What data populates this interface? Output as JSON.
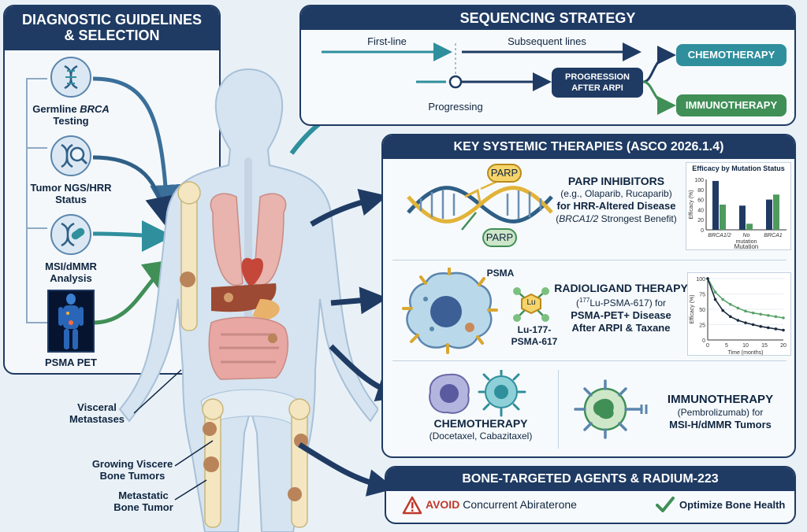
{
  "diagnostic": {
    "title_line1": "DIAGNOSTIC GUIDELINES",
    "title_line2": "& SELECTION",
    "items": [
      {
        "label_prefix": "Germline ",
        "label_italic": "BRCA",
        "label_line2": "Testing",
        "icon": "dna-icon"
      },
      {
        "label_line1": "Tumor NGS/HRR",
        "label_line2": "Status",
        "icon": "dna-magnifier-icon"
      },
      {
        "label_line1": "MSI/dMMR",
        "label_line2": "Analysis",
        "icon": "dna-pill-icon"
      },
      {
        "label_line1": "PSMA PET",
        "icon": "pet-scan-image"
      }
    ]
  },
  "sequencing": {
    "title": "SEQUENCING STRATEGY",
    "first_line": "First-line",
    "subsequent": "Subsequent lines",
    "progressing": "Progressing",
    "progression_line1": "PROGRESSION",
    "progression_line2": "AFTER ARPI",
    "chemo": "CHEMOTHERAPY",
    "immuno": "IMMUNOTHERAPY"
  },
  "therapies": {
    "title": "KEY SYSTEMIC THERAPIES (ASCO 2026.1.4)",
    "parp": {
      "badge_top": "PARP",
      "badge_bottom": "PARP",
      "title": "PARP INHIBITORS",
      "line2": "(e.g., Olaparib, Rucaparib)",
      "line3": "for HRR-Altered Disease",
      "line4_italic": "BRCA1/2",
      "line4_rest": " Strongest Benefit)",
      "line4_open": "(",
      "chart_title": "Efficacy by Mutation Status"
    },
    "rlt": {
      "psma_label": "PSMA",
      "lu_label": "Lu",
      "lu_line1": "Lu-177-",
      "lu_line2": "PSMA-617",
      "title": "RADIOLIGAND THERAPY",
      "line2_pre": "(",
      "line2_sup": "177",
      "line2_post": "Lu-PSMA-617) for",
      "line3": "PSMA-PET+ Disease",
      "line4": "After ARPI & Taxane"
    },
    "chemo": {
      "title": "CHEMOTHERAPY",
      "line2": "(Docetaxel, Cabazitaxel)"
    },
    "immuno": {
      "title": "IMMUNOTHERAPY",
      "line2": "(Pembrolizumab) for",
      "line3": "MSI-H/dMMR Tumors"
    }
  },
  "bone": {
    "title": "BONE-TARGETED AGENTS & RADIUM-223",
    "avoid": "AVOID",
    "avoid_rest": " Concurrent Abiraterone",
    "optimize": "Optimize Bone Health"
  },
  "body_labels": {
    "visceral_line1": "Visceral",
    "visceral_line2": "Metastases",
    "growing_line1": "Growing Viscere",
    "growing_line2": "Bone Tumors",
    "metastatic_line1": "Metastatic",
    "metastatic_line2": "Bone Tumor"
  },
  "colors": {
    "navy": "#1f3b63",
    "teal": "#2f8f9d",
    "green": "#3f8f57",
    "warning_red": "#c0392b",
    "bar_navy": "#1f3b63",
    "bar_green": "#4f9a5e"
  },
  "chart_data": [
    {
      "type": "bar",
      "title": "Efficacy by Mutation Status",
      "xlabel": "Mutation",
      "ylabel": "Efficacy (%)",
      "ylim": [
        0,
        100
      ],
      "yticks": [
        "0",
        "20",
        "40",
        "60",
        "80",
        "100"
      ],
      "categories": [
        "BRCA1/2",
        "No mutation",
        "BRCA1"
      ],
      "category_labels": [
        "BRCA1/2",
        "No",
        "BRCA1"
      ],
      "category_labels_line2": [
        "",
        "mutation",
        ""
      ],
      "series": [
        {
          "values": [
            97,
            48,
            60
          ],
          "color": "#1f3b63"
        },
        {
          "values": [
            50,
            12,
            70
          ],
          "color": "#4f9a5e"
        }
      ]
    },
    {
      "type": "line",
      "xlabel": "Time (months)",
      "ylabel": "Efficacy (%)",
      "xlim": [
        0,
        20
      ],
      "ylim": [
        0,
        100
      ],
      "xticks": [
        "0",
        "5",
        "10",
        "15",
        "20"
      ],
      "yticks": [
        "0",
        "25",
        "50",
        "75",
        "100"
      ],
      "x": [
        0,
        2,
        4,
        6,
        8,
        10,
        12,
        14,
        16,
        18,
        20
      ],
      "series": [
        {
          "values": [
            100,
            78,
            66,
            58,
            52,
            47,
            44,
            42,
            40,
            38,
            36
          ],
          "color": "#5aa36a"
        },
        {
          "values": [
            100,
            66,
            48,
            38,
            32,
            28,
            25,
            22,
            20,
            18,
            16
          ],
          "color": "#1a2a3e"
        }
      ]
    }
  ]
}
